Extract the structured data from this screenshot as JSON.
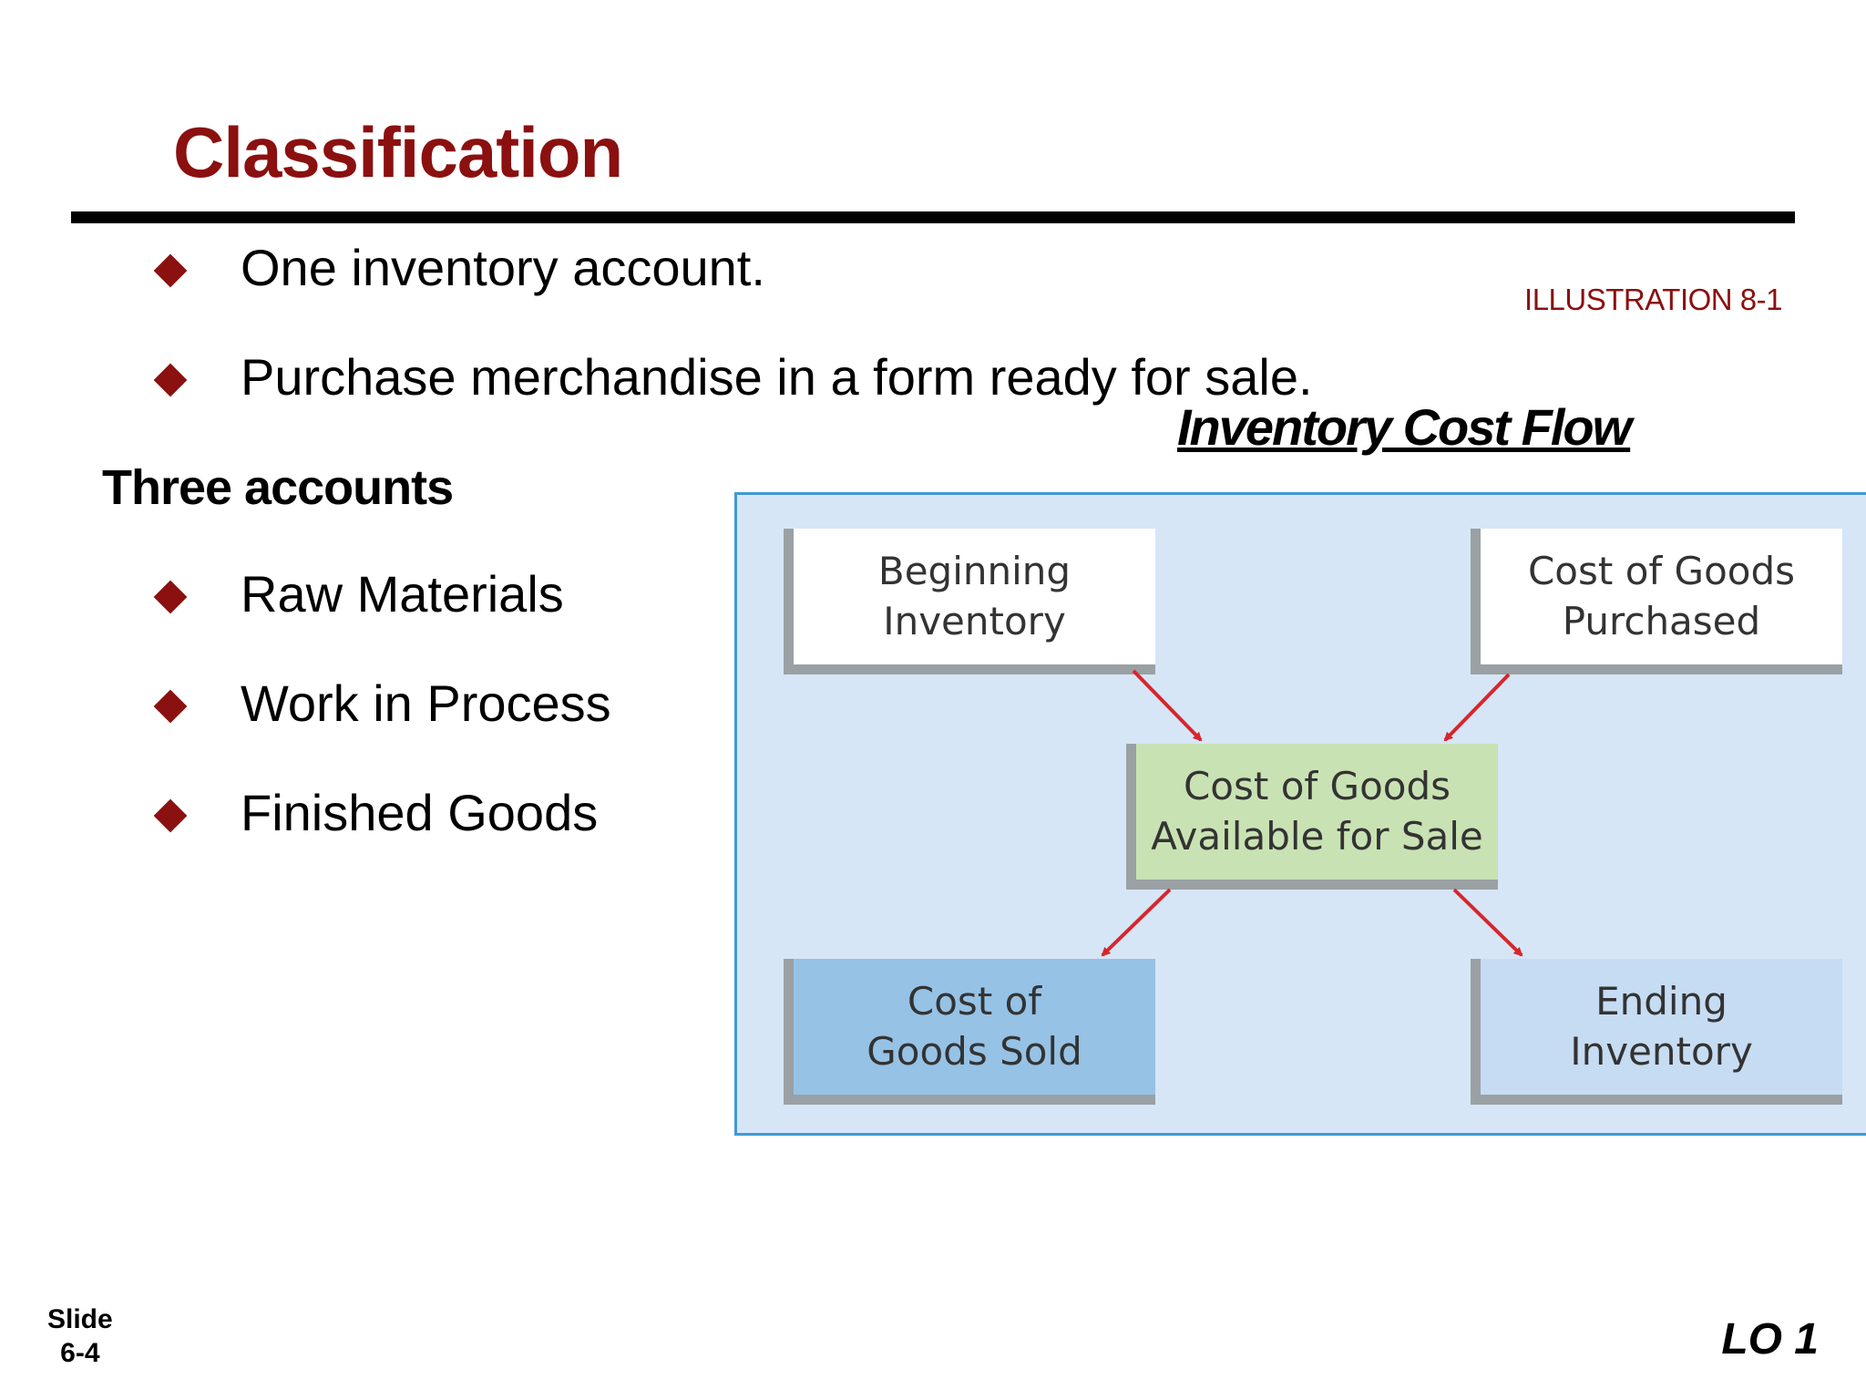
{
  "slide": {
    "title": "Classification",
    "bullets_top": [
      "One inventory account.",
      "Purchase merchandise in a form ready for sale."
    ],
    "subheading": "Three accounts",
    "bullets_accounts": [
      "Raw Materials",
      "Work in Process",
      "Finished Goods"
    ],
    "illustration_label": "ILLUSTRATION 8-1",
    "diagram_title": "Inventory Cost Flow",
    "slide_label": "Slide",
    "slide_number": "6-4",
    "lo_label": "LO 1"
  },
  "diagram": {
    "nodes": {
      "beginning": "Beginning\nInventory",
      "purchased": "Cost of Goods\nPurchased",
      "available": "Cost of Goods\nAvailable for Sale",
      "cogs": "Cost of\nGoods Sold",
      "ending": "Ending\nInventory"
    },
    "edges": [
      {
        "from": "Beginning Inventory",
        "to": "Cost of Goods Available for Sale"
      },
      {
        "from": "Cost of Goods Purchased",
        "to": "Cost of Goods Available for Sale"
      },
      {
        "from": "Cost of Goods Available for Sale",
        "to": "Cost of Goods Sold"
      },
      {
        "from": "Cost of Goods Available for Sale",
        "to": "Ending Inventory"
      }
    ]
  },
  "colors": {
    "title": "#8b1010",
    "panel": "#d6e6f6",
    "panel_border": "#3f9ad3",
    "arrow": "#d6262c",
    "box_white": "#ffffff",
    "box_green": "#c9e2b3",
    "box_cogs": "#96c2e6",
    "box_ending": "#c6dcf2"
  }
}
